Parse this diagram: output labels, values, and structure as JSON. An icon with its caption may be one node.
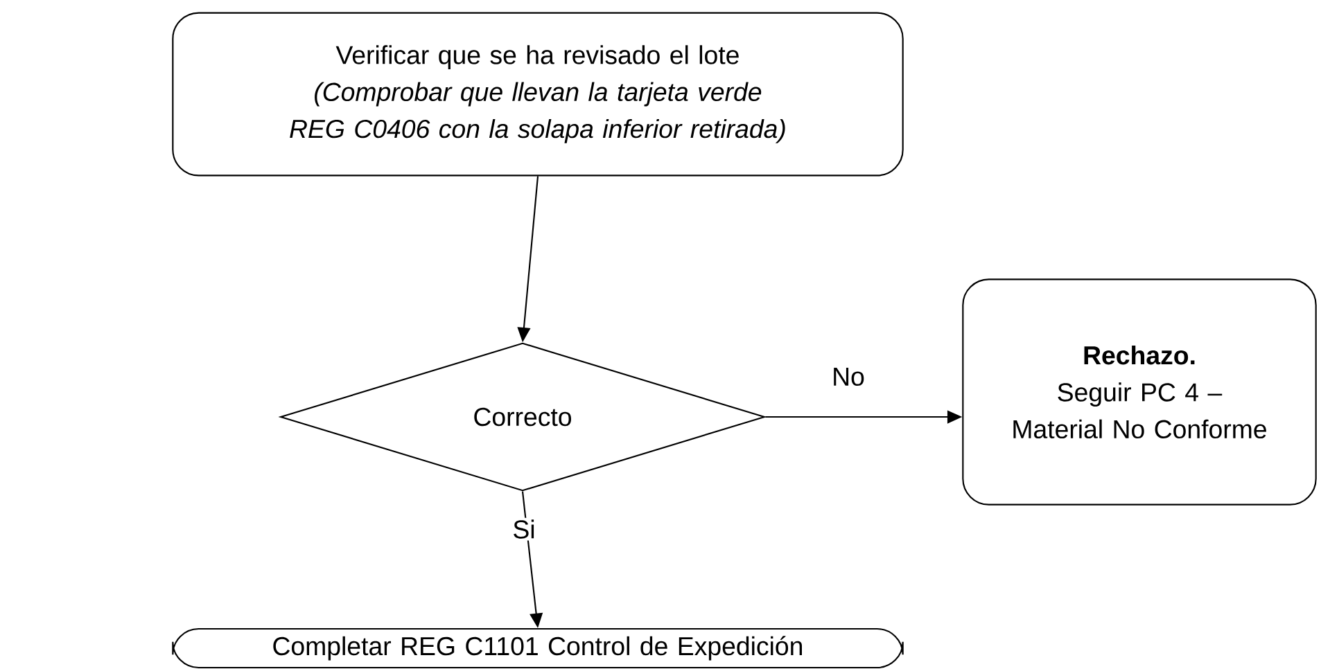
{
  "diagram": {
    "nodes": [
      {
        "text": [
          "Verificar que se ha revisado el lote *(Comprobar que llevan la tarjeta verde REG C0406 con la solapa inferior retirada)*"
        ]
      },
      {
        "text": [
          "Correcto"
        ]
      },
      {
        "text": [
          "Rechazo.",
          "Seguir PC 4 – Material No Conforme"
        ]
      },
      {
        "text": [
          "Completar REG C1101 Control de Expedición"
        ]
      }
    ],
    "edges": [
      {
        "from": 0,
        "to": 1,
        "arrow": "to"
      },
      {
        "from": 1,
        "to": 2,
        "arrow": "to",
        "label": "No"
      },
      {
        "from": 1,
        "to": 3,
        "arrow": "to",
        "label": "Si"
      }
    ]
  }
}
